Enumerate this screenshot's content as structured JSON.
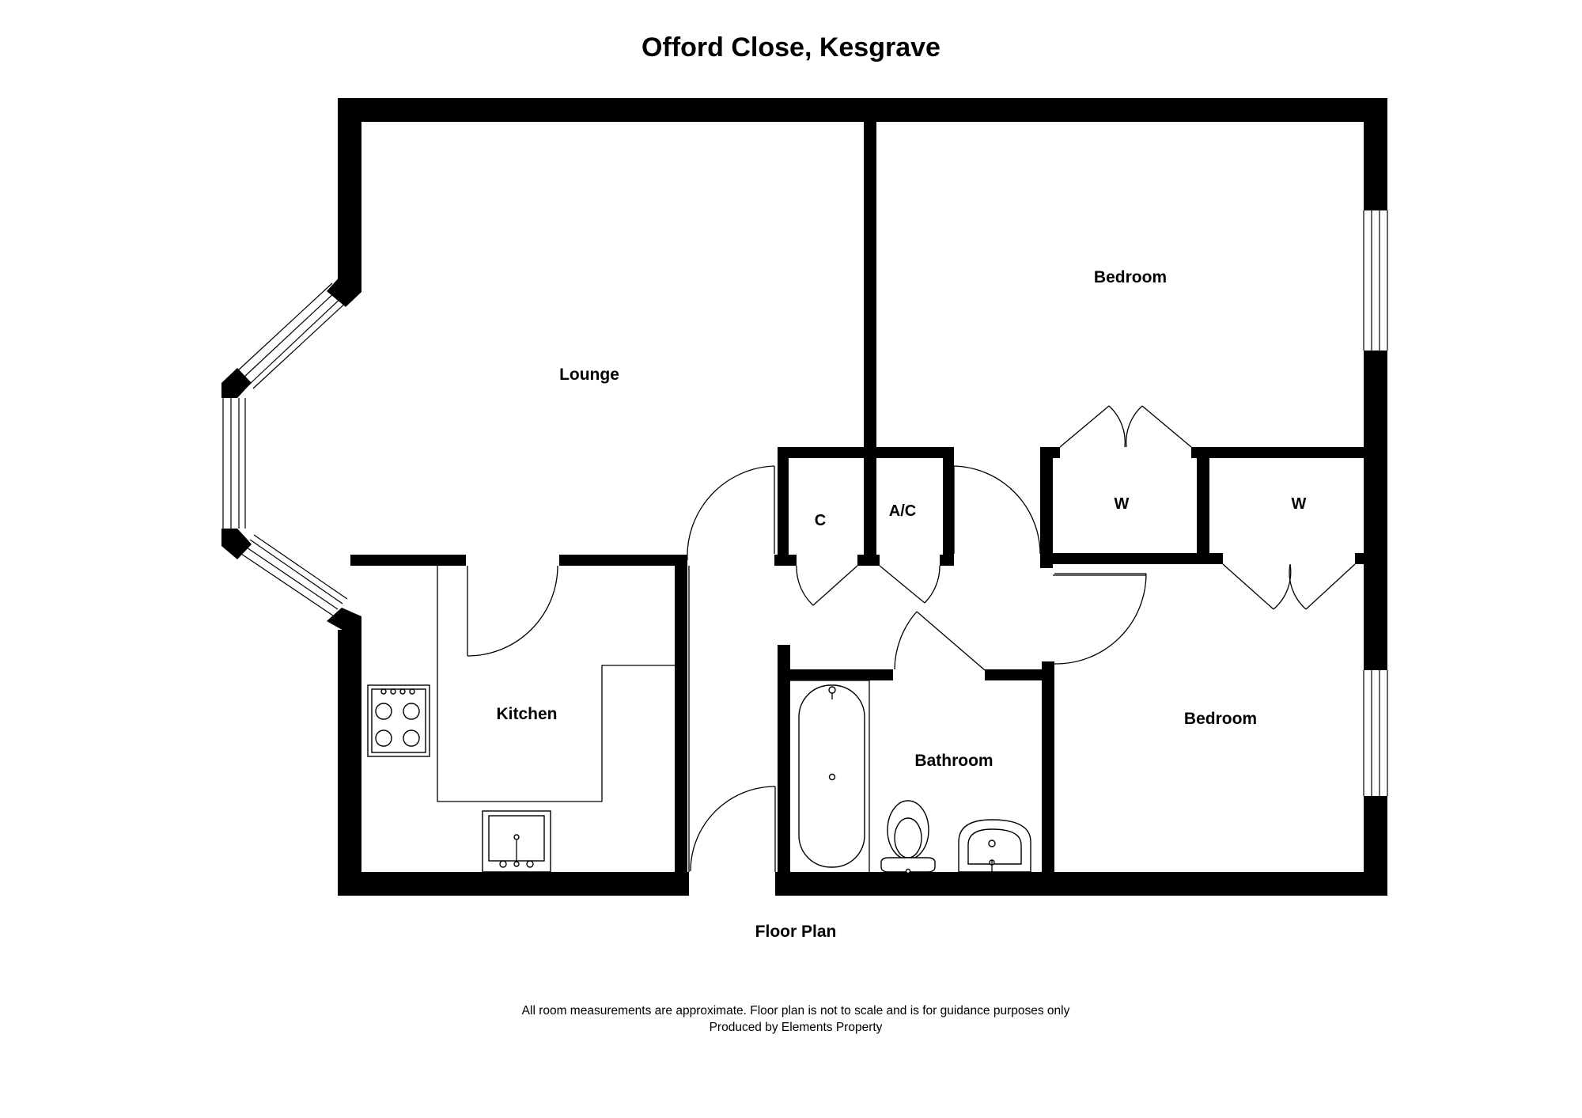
{
  "title": "Offord Close, Kesgrave",
  "rooms": {
    "lounge": "Lounge",
    "kitchen": "Kitchen",
    "bedroom_1": "Bedroom",
    "bedroom_2": "Bedroom",
    "bathroom": "Bathroom",
    "cupboard": "C",
    "airing_cupboard": "A/C",
    "wardrobe_1": "W",
    "wardrobe_2": "W"
  },
  "caption": "Floor Plan",
  "footer": {
    "line1": "All room measurements are approximate. Floor plan is not to scale and is for guidance purposes only",
    "line2": "Produced by Elements Property"
  }
}
